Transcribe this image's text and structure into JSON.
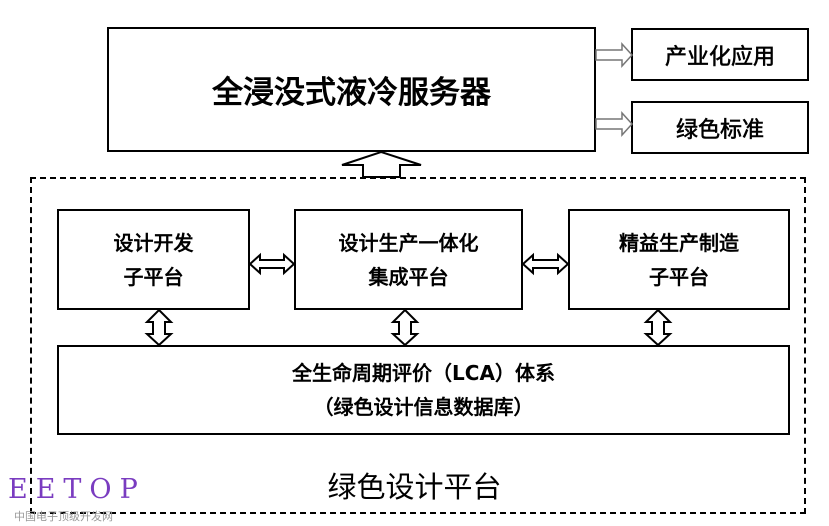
{
  "diagram": {
    "main_box": {
      "title": "全浸没式液冷服务器"
    },
    "outputs": [
      {
        "label": "产业化应用"
      },
      {
        "label": "绿色标准"
      }
    ],
    "platform": {
      "label": "绿色设计平台",
      "sub_platforms": [
        {
          "line1": "设计开发",
          "line2": "子平台"
        },
        {
          "line1": "设计生产一体化",
          "line2": "集成平台"
        },
        {
          "line1": "精益生产制造",
          "line2": "子平台"
        }
      ],
      "lca": {
        "line1": "全生命周期评价（LCA）体系",
        "line2": "（绿色设计信息数据库）"
      }
    },
    "colors": {
      "stroke": "#000000",
      "watermark": "#7a3cc0",
      "watermark_sub": "#9a9a9a"
    }
  },
  "watermark": {
    "logo": "EETOP",
    "subtitle": "中国电子顶级开发网"
  }
}
